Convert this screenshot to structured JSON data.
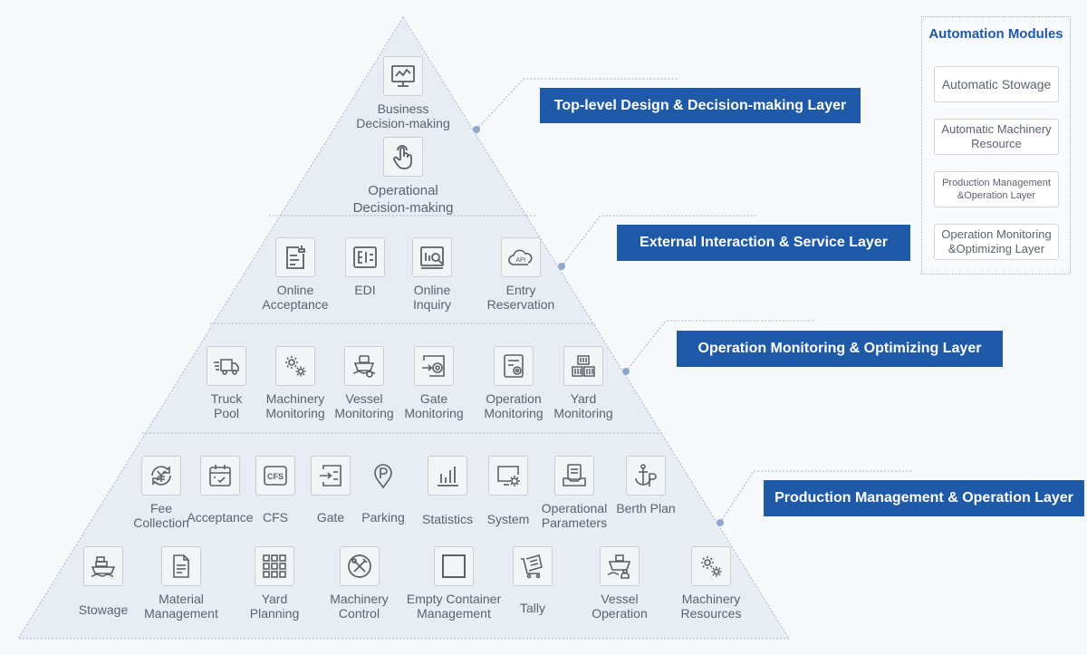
{
  "layers": [
    {
      "label": "Top-level Design & Decision-making Layer"
    },
    {
      "label": "External Interaction & Service Layer"
    },
    {
      "label": "Operation Monitoring & Optimizing Layer"
    },
    {
      "label": "Production Management & Operation Layer"
    }
  ],
  "top": [
    {
      "label": "Business\nDecision-making",
      "icon": "monitor-chart-icon"
    },
    {
      "label": "Operational\nDecision-making",
      "icon": "touch-hand-icon"
    }
  ],
  "external": [
    {
      "label": "Online\nAcceptance",
      "icon": "document-stamp-icon"
    },
    {
      "label": "EDI",
      "icon": "edi-icon"
    },
    {
      "label": "Online\nInquiry",
      "icon": "inquiry-chart-icon"
    },
    {
      "label": "Entry\nReservation",
      "icon": "api-cloud-icon"
    }
  ],
  "monitoring": [
    {
      "label": "Truck\nPool",
      "icon": "truck-icon"
    },
    {
      "label": "Machinery\nMonitoring",
      "icon": "gears-icon"
    },
    {
      "label": "Vessel\nMonitoring",
      "icon": "vessel-monitor-icon"
    },
    {
      "label": "Gate\nMonitoring",
      "icon": "gate-camera-icon"
    },
    {
      "label": "Operation\nMonitoring",
      "icon": "document-camera-icon"
    },
    {
      "label": "Yard\nMonitoring",
      "icon": "container-stack-icon"
    }
  ],
  "production_row1": [
    {
      "label": "Fee\nCollection",
      "icon": "yuan-cycle-icon"
    },
    {
      "label": "Acceptance",
      "icon": "calendar-check-icon"
    },
    {
      "label": "CFS",
      "icon": "cfs-icon"
    },
    {
      "label": "Gate",
      "icon": "gate-arrow-icon"
    },
    {
      "label": "Parking",
      "icon": "parking-pin-icon"
    },
    {
      "label": "Statistics",
      "icon": "bar-chart-icon"
    },
    {
      "label": "System",
      "icon": "system-gear-icon"
    },
    {
      "label": "Operational\nParameters",
      "icon": "tray-document-icon"
    },
    {
      "label": "Berth Plan",
      "icon": "anchor-icon"
    }
  ],
  "production_row2": [
    {
      "label": "Stowage",
      "icon": "ship-icon"
    },
    {
      "label": "Material\nManagement",
      "icon": "file-icon"
    },
    {
      "label": "Yard\nPlanning",
      "icon": "grid-icon"
    },
    {
      "label": "Machinery\nControl",
      "icon": "tools-icon"
    },
    {
      "label": "Empty Container\nManagement",
      "icon": "square-icon"
    },
    {
      "label": "Tally",
      "icon": "tally-cart-icon"
    },
    {
      "label": "Vessel\nOperation",
      "icon": "vessel-person-icon"
    },
    {
      "label": "Machinery\nResources",
      "icon": "gears-icon"
    }
  ],
  "automation": {
    "title": "Automation Modules",
    "items": [
      "Automatic Stowage",
      "Automatic Machinery\nResource",
      "Production Management\n&Operation Layer",
      "Operation Monitoring\n&Optimizing Layer"
    ]
  },
  "colors": {
    "accent": "#1f5aa8",
    "pyramid": "#e8ecf3",
    "icon_stroke": "#5a6068"
  }
}
